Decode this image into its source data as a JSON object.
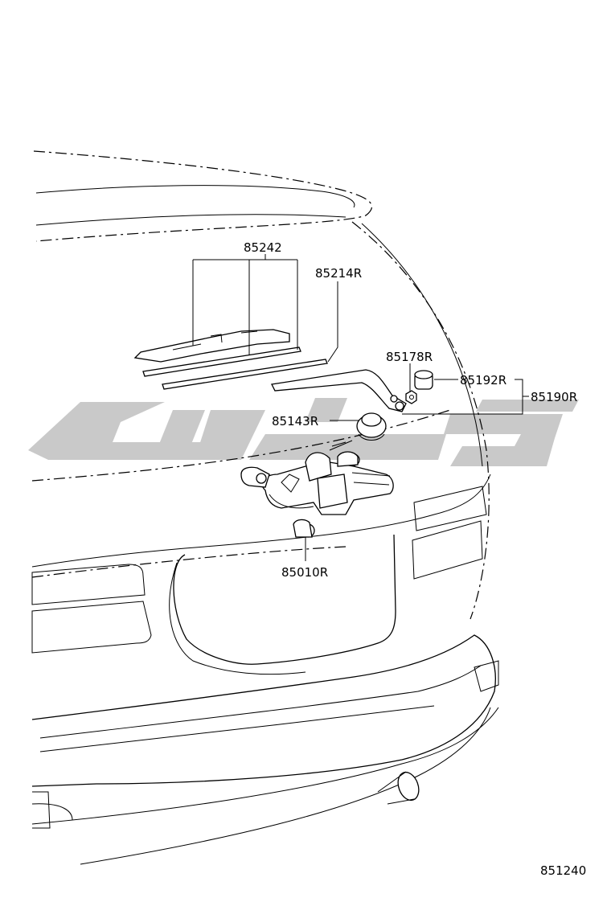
{
  "diagram": {
    "drawing_number": "851240",
    "callouts": [
      {
        "id": "wiper-blade-assembly",
        "label": "85242"
      },
      {
        "id": "blade-rubber",
        "label": "85214R"
      },
      {
        "id": "nut",
        "label": "85178R"
      },
      {
        "id": "pivot-cap",
        "label": "85192R"
      },
      {
        "id": "wiper-arm-assembly",
        "label": "85190R"
      },
      {
        "id": "grommet",
        "label": "85143R"
      },
      {
        "id": "wiper-motor",
        "label": "85010R"
      }
    ]
  },
  "watermark": {
    "color": "#c9c9c9"
  }
}
